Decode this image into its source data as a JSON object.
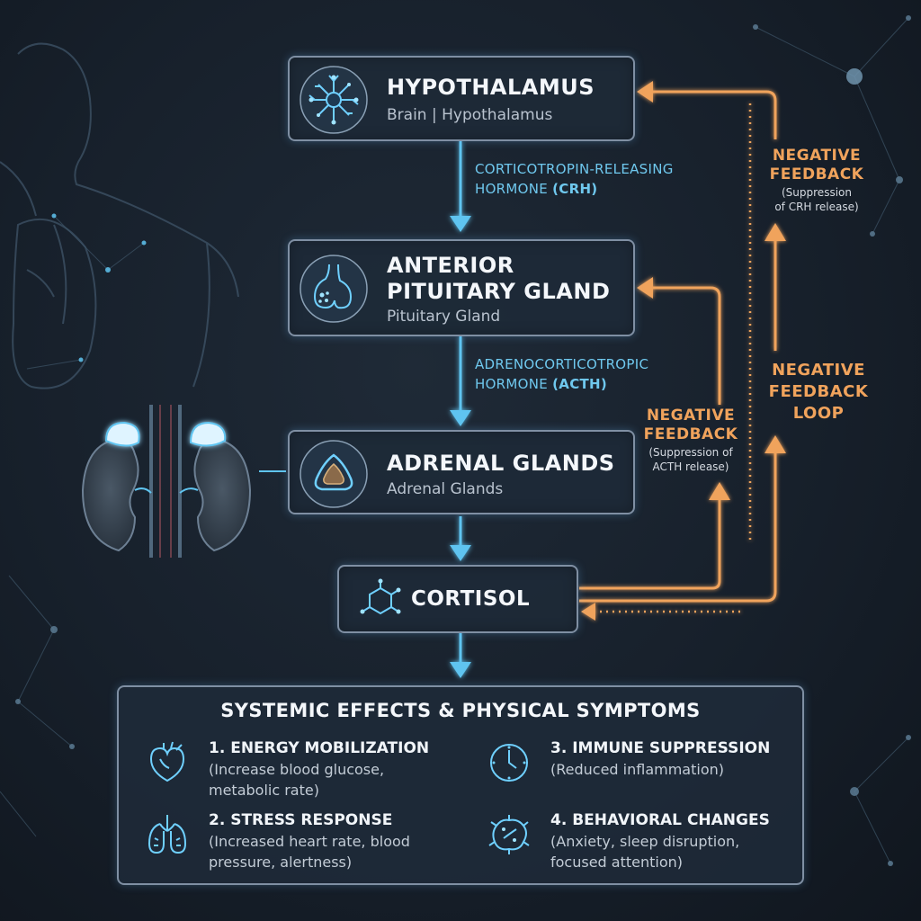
{
  "nodes": {
    "hypothalamus": {
      "title": "HYPOTHALAMUS",
      "subtitle": "Brain | Hypothalamus"
    },
    "pituitary": {
      "title_line1": "ANTERIOR",
      "title_line2": "PITUITARY GLAND",
      "subtitle": "Pituitary Gland"
    },
    "adrenal": {
      "title": "ADRENAL GLANDS",
      "subtitle": "Adrenal Glands"
    },
    "cortisol": {
      "title": "CORTISOL"
    }
  },
  "hormones": {
    "crh": {
      "line1": "CORTICOTROPIN-RELEASING",
      "line2_prefix": "HORMONE ",
      "abbr": "(CRH)"
    },
    "acth": {
      "line1": "ADRENOCORTICOTROPIC",
      "line2_prefix": "HORMONE ",
      "abbr": "(ACTH)"
    }
  },
  "feedback": {
    "crh": {
      "line1": "NEGATIVE",
      "line2": "FEEDBACK",
      "note1": "(Suppression",
      "note2": "of CRH release)"
    },
    "acth": {
      "line1": "NEGATIVE",
      "line2": "FEEDBACK",
      "note1": "(Suppression of",
      "note2": "ACTH release)"
    },
    "loop": {
      "line1": "NEGATIVE",
      "line2": "FEEDBACK",
      "line3": "LOOP"
    }
  },
  "effects": {
    "title": "SYSTEMIC EFFECTS & PHYSICAL SYMPTOMS",
    "items": [
      {
        "title": "1. ENERGY MOBILIZATION",
        "desc": "(Increase blood glucose, metabolic rate)",
        "icon": "heart-icon"
      },
      {
        "title": "2. STRESS RESPONSE",
        "desc": "(Increased heart rate, blood pressure, alertness)",
        "icon": "lungs-icon"
      },
      {
        "title": "3. IMMUNE SUPPRESSION",
        "desc": "(Reduced inflammation)",
        "icon": "clock-icon"
      },
      {
        "title": "4. BEHAVIORAL CHANGES",
        "desc": "(Anxiety, sleep disruption, focused attention)",
        "icon": "microbe-icon"
      }
    ]
  },
  "colors": {
    "accent_blue": "#5fc4f0",
    "feedback_orange": "#f0a35c",
    "box_border": "#7f8fa3"
  }
}
